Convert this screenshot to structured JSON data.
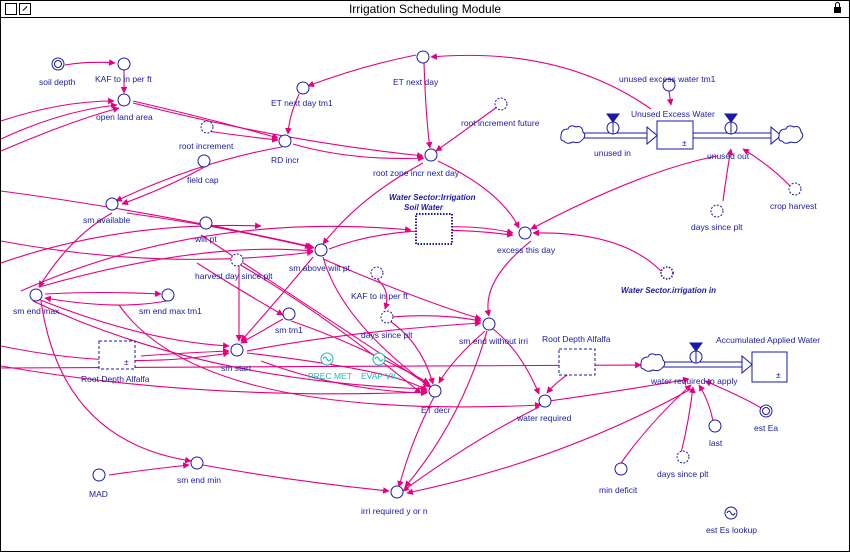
{
  "window": {
    "title": "Irrigation Scheduling Module"
  },
  "colors": {
    "link": "#e6007e",
    "node": "#1a1aa6",
    "ghost": "#22b5b5"
  },
  "labels": {
    "soil_depth": "soil depth",
    "kaf_to_in_per_ft": "KAF to in per ft",
    "open_land_area": "open land area",
    "et_next_day": "ET next day",
    "et_next_day_tm1": "ET next day tm1",
    "unused_excess_water_tm1": "unused excess water tm1",
    "unused_excess_water": "Unused Excess Water",
    "root_increment_future": "root increment future",
    "root_increment": "root increment",
    "rd_incr": "RD incr",
    "root_zone_incr_next_day": "root zone incr next day",
    "unused_in": "unused in",
    "unused_out": "unused out",
    "crop_harvest": "crop harvest",
    "field_cap": "field cap",
    "days_since_plt_1": "days since plt",
    "sm_available": "sm available",
    "wilt_pt": "wilt pt",
    "ws_soil_water": [
      "Water Sector:Irrigation",
      "Soil Water"
    ],
    "excess_this_day": "excess this day",
    "harvest_day_since_plt": "harvest day since plt",
    "sm_above_wilt_pt": "sm above wilt pt",
    "ws_irrigation_in": "Water Sector.irrigation in",
    "kaf_to_in_per_ft_2": "KAF to in per ft",
    "sm_end_max": "sm end max",
    "sm_end_max_tm1": "sm end max tm1",
    "sm_tm1": "sm tm1",
    "days_since_plt_2": "days since plt",
    "sm_end_without_irri": "sm end without irri",
    "root_depth_alfalfa_1": "Root Depth Alfalfa",
    "root_depth_alfalfa_2": "Root Depth Alfalfa",
    "accumulated_applied_water": "Accumulated Applied Water",
    "sm_start": "sm start",
    "prec_met": "PREC MET",
    "evap_vic": "EVAP VIC",
    "water_required_to_apply": "water required to apply",
    "et_decr": "ET decr",
    "water_required": "water required",
    "last": "last",
    "est_ea": "est Ea",
    "mad": "MAD",
    "sm_end_min": "sm end min",
    "days_since_plt_3": "days since plt",
    "min_deficit": "min deficit",
    "irri_required_y_or_n": "irri required y or n",
    "est_es_lookup": "est Es lookup",
    "stock_sign": "±"
  }
}
